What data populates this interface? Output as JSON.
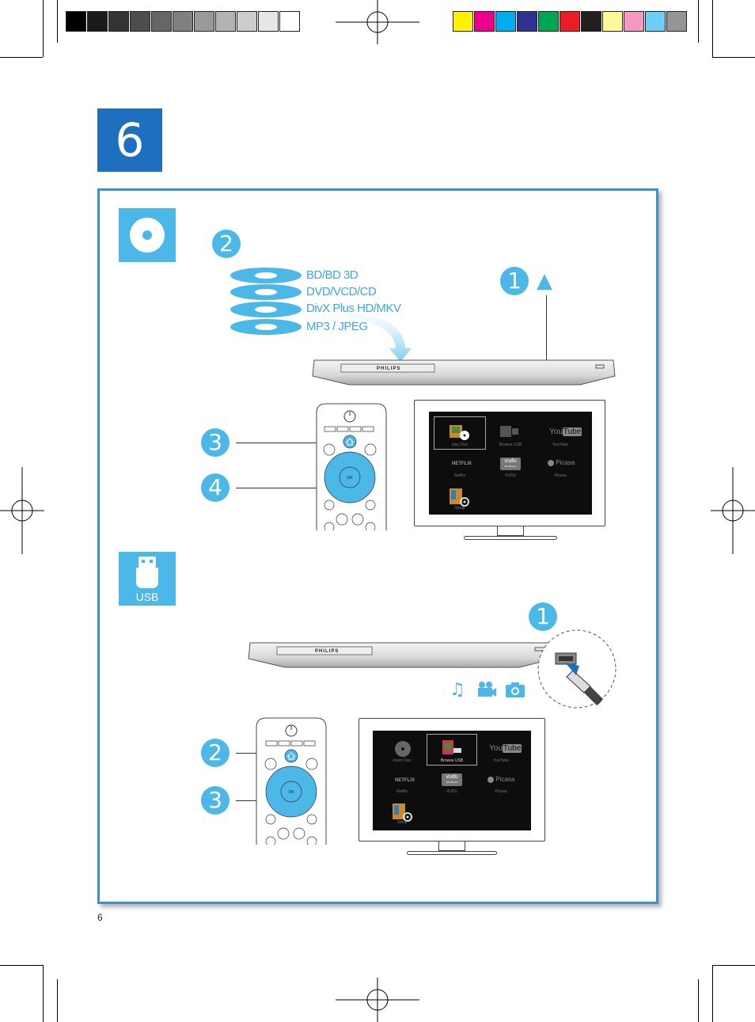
{
  "page": {
    "chapter_number": "6",
    "page_number": "6",
    "colors": {
      "accent": "#1f6fc0",
      "light_blue": "#4bb8e8",
      "frame": "#3d8ed8"
    }
  },
  "calibration": {
    "gray_swatches": [
      "#000000",
      "#1a1a1a",
      "#333333",
      "#4d4d4d",
      "#666666",
      "#808080",
      "#999999",
      "#b3b3b3",
      "#cccccc",
      "#e6e6e6",
      "#ffffff"
    ],
    "color_swatches": [
      "#fff100",
      "#ec008c",
      "#00aeef",
      "#2e3192",
      "#00a651",
      "#ed1c24",
      "#231f20",
      "#fff799",
      "#f49ac1",
      "#6dcff6",
      "#959595"
    ]
  },
  "disc_section": {
    "icon": "disc-icon",
    "steps": {
      "step1": "1",
      "step2": "2",
      "step3": "3",
      "step4": "4"
    },
    "disc_types": [
      "BD/BD 3D",
      "DVD/VCD/CD",
      "DivX Plus HD/MKV",
      "MP3 / JPEG"
    ],
    "eject_symbol": "▲",
    "player_brand": "PHILIPS",
    "menu": [
      {
        "label": "play Disc",
        "selected": true
      },
      {
        "label": "Browse USB"
      },
      {
        "label": "YouTube"
      },
      {
        "label": "Netflix"
      },
      {
        "label": "VUDU"
      },
      {
        "label": "Picasa"
      },
      {
        "label": "Setup"
      }
    ]
  },
  "usb_section": {
    "icon_label": "USB",
    "steps": {
      "step1": "1",
      "step2": "2",
      "step3": "3"
    },
    "player_brand": "PHILIPS",
    "media_icons": [
      "music-note-icon",
      "video-camera-icon",
      "photo-camera-icon"
    ],
    "menu": [
      {
        "label": "insert Disc"
      },
      {
        "label": "Browse USB",
        "selected": true
      },
      {
        "label": "YouTube"
      },
      {
        "label": "Netflix"
      },
      {
        "label": "VUDU"
      },
      {
        "label": "Picasa"
      },
      {
        "label": "Setup"
      }
    ]
  },
  "remote": {
    "ok_label": "OK"
  },
  "logos": {
    "netflix": "NETFLIX",
    "vudu": "vudu",
    "vudu_sub": "HD Movies",
    "youtube_you": "You",
    "youtube_tube": "Tube",
    "picasa": "Picasa"
  }
}
